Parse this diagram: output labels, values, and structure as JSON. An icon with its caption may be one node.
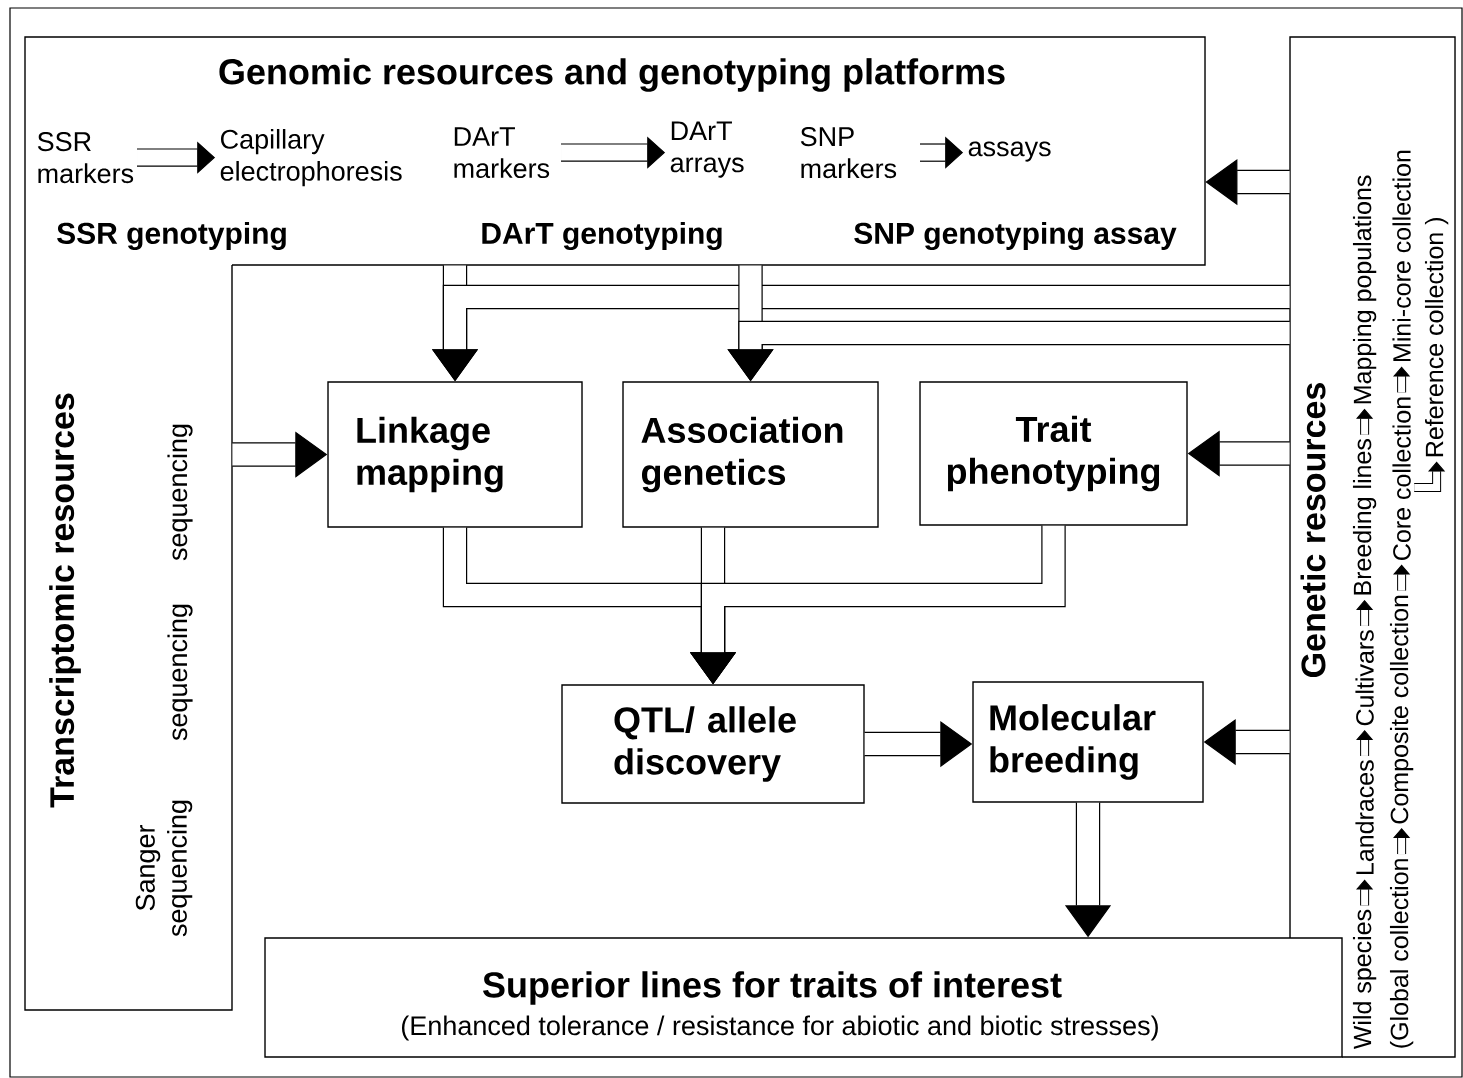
{
  "diagram": {
    "nodes": [
      {
        "text": [
          "Genomic resources and genotyping platforms",
          "SSR genotyping",
          "DArT genotyping",
          "SNP genotyping assay"
        ]
      },
      {
        "text": [
          "SSR markers"
        ],
        "in": 0
      },
      {
        "text": [
          "Capillary electrophoresis"
        ],
        "in": 0
      },
      {
        "text": [
          "DArT markers"
        ],
        "in": 0
      },
      {
        "text": [
          "DArT arrays"
        ],
        "in": 0
      },
      {
        "text": [
          "SNP markers"
        ],
        "in": 0
      },
      {
        "text": [
          "assays"
        ],
        "in": 0
      },
      {
        "text": [
          "Transcriptomic resources",
          "sequencing",
          "sequencing",
          "Sanger sequencing"
        ]
      },
      {
        "text": [
          "Linkage mapping"
        ]
      },
      {
        "text": [
          "Association genetics"
        ]
      },
      {
        "text": [
          "Trait phenotyping"
        ]
      },
      {
        "text": [
          "QTL/ allele discovery"
        ]
      },
      {
        "text": [
          "Molecular breeding"
        ]
      },
      {
        "text": [
          "Superior lines for traits of interest",
          "(Enhanced tolerance / resistance for abiotic and biotic stresses)"
        ]
      },
      {
        "text": [
          "Genetic resources"
        ]
      },
      {
        "text": [
          "Wild species"
        ],
        "in": 14
      },
      {
        "text": [
          "Landraces"
        ],
        "in": 14
      },
      {
        "text": [
          "Cultivars"
        ],
        "in": 14
      },
      {
        "text": [
          "Breeding lines"
        ],
        "in": 14
      },
      {
        "text": [
          "Mapping populations"
        ],
        "in": 14
      },
      {
        "text": [
          "(Global collection"
        ],
        "in": 14
      },
      {
        "text": [
          "Composite collection"
        ],
        "in": 14
      },
      {
        "text": [
          "Core collection"
        ],
        "in": 14
      },
      {
        "text": [
          "Mini-core collection"
        ],
        "in": 14
      },
      {
        "text": [
          "Reference collection )"
        ],
        "in": 14
      }
    ],
    "edges": [
      {
        "from": 1,
        "to": 2,
        "arrow": "to"
      },
      {
        "from": 3,
        "to": 4,
        "arrow": "to"
      },
      {
        "from": 5,
        "to": 6,
        "arrow": "to"
      },
      {
        "from": 14,
        "to": 0,
        "arrow": "to"
      },
      {
        "from": 0,
        "to": 8,
        "arrow": "to"
      },
      {
        "from": 14,
        "to": 8,
        "arrow": "to"
      },
      {
        "from": 0,
        "to": 9,
        "arrow": "to"
      },
      {
        "from": 14,
        "to": 9,
        "arrow": "to"
      },
      {
        "from": 7,
        "to": 8,
        "arrow": "to"
      },
      {
        "from": 14,
        "to": 10,
        "arrow": "to"
      },
      {
        "from": 8,
        "to": 11,
        "arrow": "to"
      },
      {
        "from": 9,
        "to": 11,
        "arrow": "to"
      },
      {
        "from": 10,
        "to": 11,
        "arrow": "to"
      },
      {
        "from": 11,
        "to": 12,
        "arrow": "to"
      },
      {
        "from": 14,
        "to": 12,
        "arrow": "to"
      },
      {
        "from": 12,
        "to": 13,
        "arrow": "to"
      },
      {
        "from": 15,
        "to": 16,
        "arrow": "to"
      },
      {
        "from": 16,
        "to": 17,
        "arrow": "to"
      },
      {
        "from": 17,
        "to": 18,
        "arrow": "to"
      },
      {
        "from": 18,
        "to": 19,
        "arrow": "to"
      },
      {
        "from": 20,
        "to": 21,
        "arrow": "to"
      },
      {
        "from": 21,
        "to": 22,
        "arrow": "to"
      },
      {
        "from": 22,
        "to": 23,
        "arrow": "to"
      },
      {
        "from": 22,
        "to": 24,
        "arrow": "to"
      }
    ]
  }
}
